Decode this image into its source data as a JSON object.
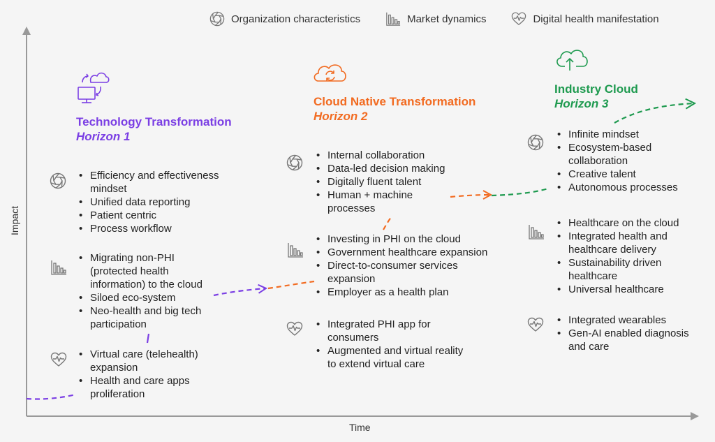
{
  "legend": {
    "org_label": "Organization characteristics",
    "market_label": "Market dynamics",
    "health_label": "Digital health manifestation"
  },
  "axes": {
    "y_label": "Impact",
    "x_label": "Time"
  },
  "colors": {
    "h1": "#7b3fe4",
    "h2": "#f26b21",
    "h3": "#1e9a4f",
    "icon": "#777777",
    "axis": "#999999"
  },
  "horizon1": {
    "title": "Technology Transformation",
    "subtitle": "Horizon 1",
    "org": [
      "Efficiency and effectiveness mindset",
      "Unified data reporting",
      "Patient centric",
      "Process workflow"
    ],
    "market": [
      "Migrating non-PHI (protected health information) to the cloud",
      "Siloed eco-system",
      "Neo-health and big tech participation"
    ],
    "health": [
      "Virtual care (telehealth) expansion",
      "Health and care apps proliferation"
    ]
  },
  "horizon2": {
    "title": "Cloud Native Transformation",
    "subtitle": "Horizon 2",
    "org": [
      "Internal collaboration",
      "Data-led decision making",
      "Digitally fluent talent",
      "Human + machine processes"
    ],
    "market": [
      "Investing in PHI on the cloud",
      "Government healthcare expansion",
      "Direct-to-consumer services expansion",
      "Employer as a health plan"
    ],
    "health": [
      "Integrated PHI app for consumers",
      "Augmented and virtual reality to extend virtual care"
    ]
  },
  "horizon3": {
    "title": "Industry Cloud",
    "subtitle": "Horizon 3",
    "org": [
      "Infinite mindset",
      "Ecosystem-based collaboration",
      "Creative talent",
      "Autonomous processes"
    ],
    "market": [
      "Healthcare on the cloud",
      "Integrated health and healthcare delivery",
      "Sustainability driven healthcare",
      "Universal healthcare"
    ],
    "health": [
      "Integrated wearables",
      "Gen-AI enabled diagnosis and care"
    ]
  }
}
